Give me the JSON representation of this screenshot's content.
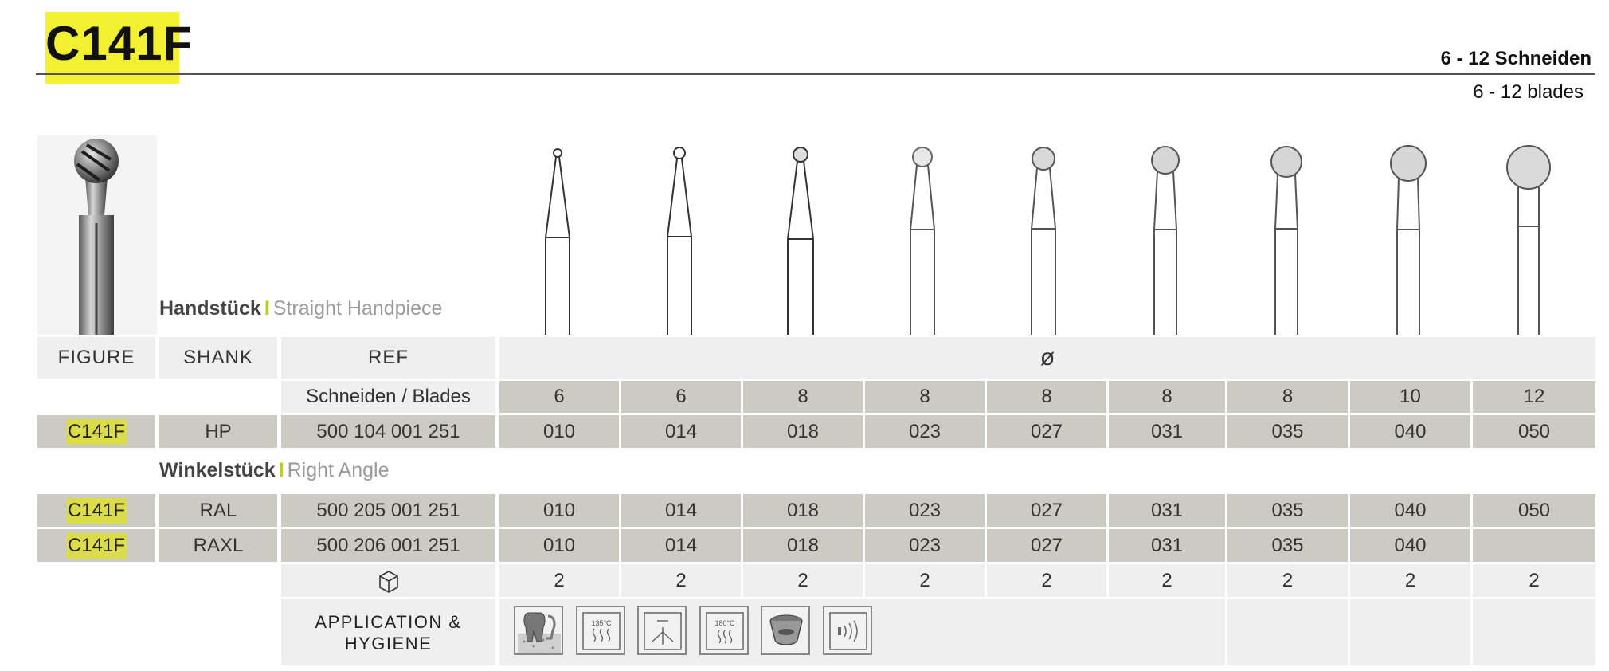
{
  "title": "C141F",
  "blades_de": "6 - 12 Schneiden",
  "blades_en": "6 - 12 blades",
  "sections": {
    "handpiece": {
      "de": "Handstück",
      "sep": "I",
      "en": "Straight Handpiece"
    },
    "right_angle": {
      "de": "Winkelstück",
      "sep": "I",
      "en": "Right Angle"
    }
  },
  "headers": {
    "figure": "FIGURE",
    "shank": "SHANK",
    "ref": "REF",
    "diameter": "ø"
  },
  "blades_row": {
    "label": "Schneiden / Blades",
    "values": [
      "6",
      "6",
      "8",
      "8",
      "8",
      "8",
      "8",
      "10",
      "12"
    ]
  },
  "rows": [
    {
      "figure": "C141F",
      "shank": "HP",
      "ref": "500 104 001 251",
      "sizes": [
        "010",
        "014",
        "018",
        "023",
        "027",
        "031",
        "035",
        "040",
        "050"
      ]
    },
    {
      "figure": "C141F",
      "shank": "RAL",
      "ref": "500 205 001 251",
      "sizes": [
        "010",
        "014",
        "018",
        "023",
        "027",
        "031",
        "035",
        "040",
        "050"
      ]
    },
    {
      "figure": "C141F",
      "shank": "RAXL",
      "ref": "500 206 001 251",
      "sizes": [
        "010",
        "014",
        "018",
        "023",
        "027",
        "031",
        "035",
        "040",
        ""
      ]
    }
  ],
  "pack_row": {
    "icon": "package-box-icon",
    "values": [
      "2",
      "2",
      "2",
      "2",
      "2",
      "2",
      "2",
      "2",
      "2"
    ]
  },
  "application": {
    "label_line1": "APPLICATION &",
    "label_line2": "HYGIENE",
    "icons": [
      {
        "name": "tooth-bone-icon",
        "text": ""
      },
      {
        "name": "autoclave-135-icon",
        "text": "135°C"
      },
      {
        "name": "sterilization-icon",
        "text": ""
      },
      {
        "name": "hot-air-180-icon",
        "text": "180°C"
      },
      {
        "name": "cleaning-brush-icon",
        "text": ""
      },
      {
        "name": "ultrasonic-bath-icon",
        "text": ""
      }
    ]
  },
  "colors": {
    "title_highlight": "#f3f032",
    "figure_highlight": "#dcdc4b",
    "separator_bar": "#b6cc29",
    "row_dark": "#cbcbc4",
    "row_light": "#efefef"
  }
}
